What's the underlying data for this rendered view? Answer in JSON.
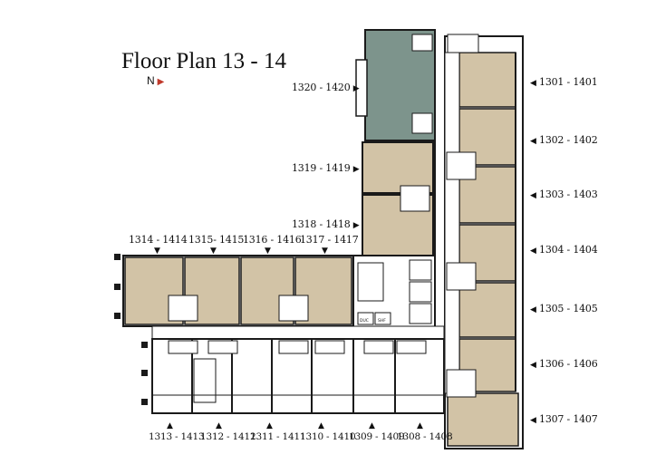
{
  "title": "Floor Plan 13 - 14",
  "north": {
    "label": "N"
  },
  "colors": {
    "unit_fill": "#d2c3a6",
    "highlight_fill": "#7d948c",
    "wall": "#1a1a1a",
    "corridor": "#ffffff"
  },
  "units": {
    "u1301": "1301 - 1401",
    "u1302": "1302 - 1402",
    "u1303": "1303 - 1403",
    "u1304": "1304 - 1404",
    "u1305": "1305 - 1405",
    "u1306": "1306 - 1406",
    "u1307": "1307 - 1407",
    "u1308": "1308 - 1408",
    "u1309": "1309 - 1409",
    "u1310": "1310 - 1410",
    "u1311": "1311 - 1411",
    "u1312": "1312 - 1412",
    "u1313": "1313 - 1413",
    "u1314": "1314 - 1414",
    "u1315": "1315- 1415",
    "u1316": "1316 - 1416",
    "u1317": "1317 - 1417",
    "u1318": "1318 - 1418",
    "u1319": "1319 - 1419",
    "u1320": "1320 - 1420"
  },
  "core": {
    "left_label": "DUC",
    "right_label": "SHF"
  }
}
